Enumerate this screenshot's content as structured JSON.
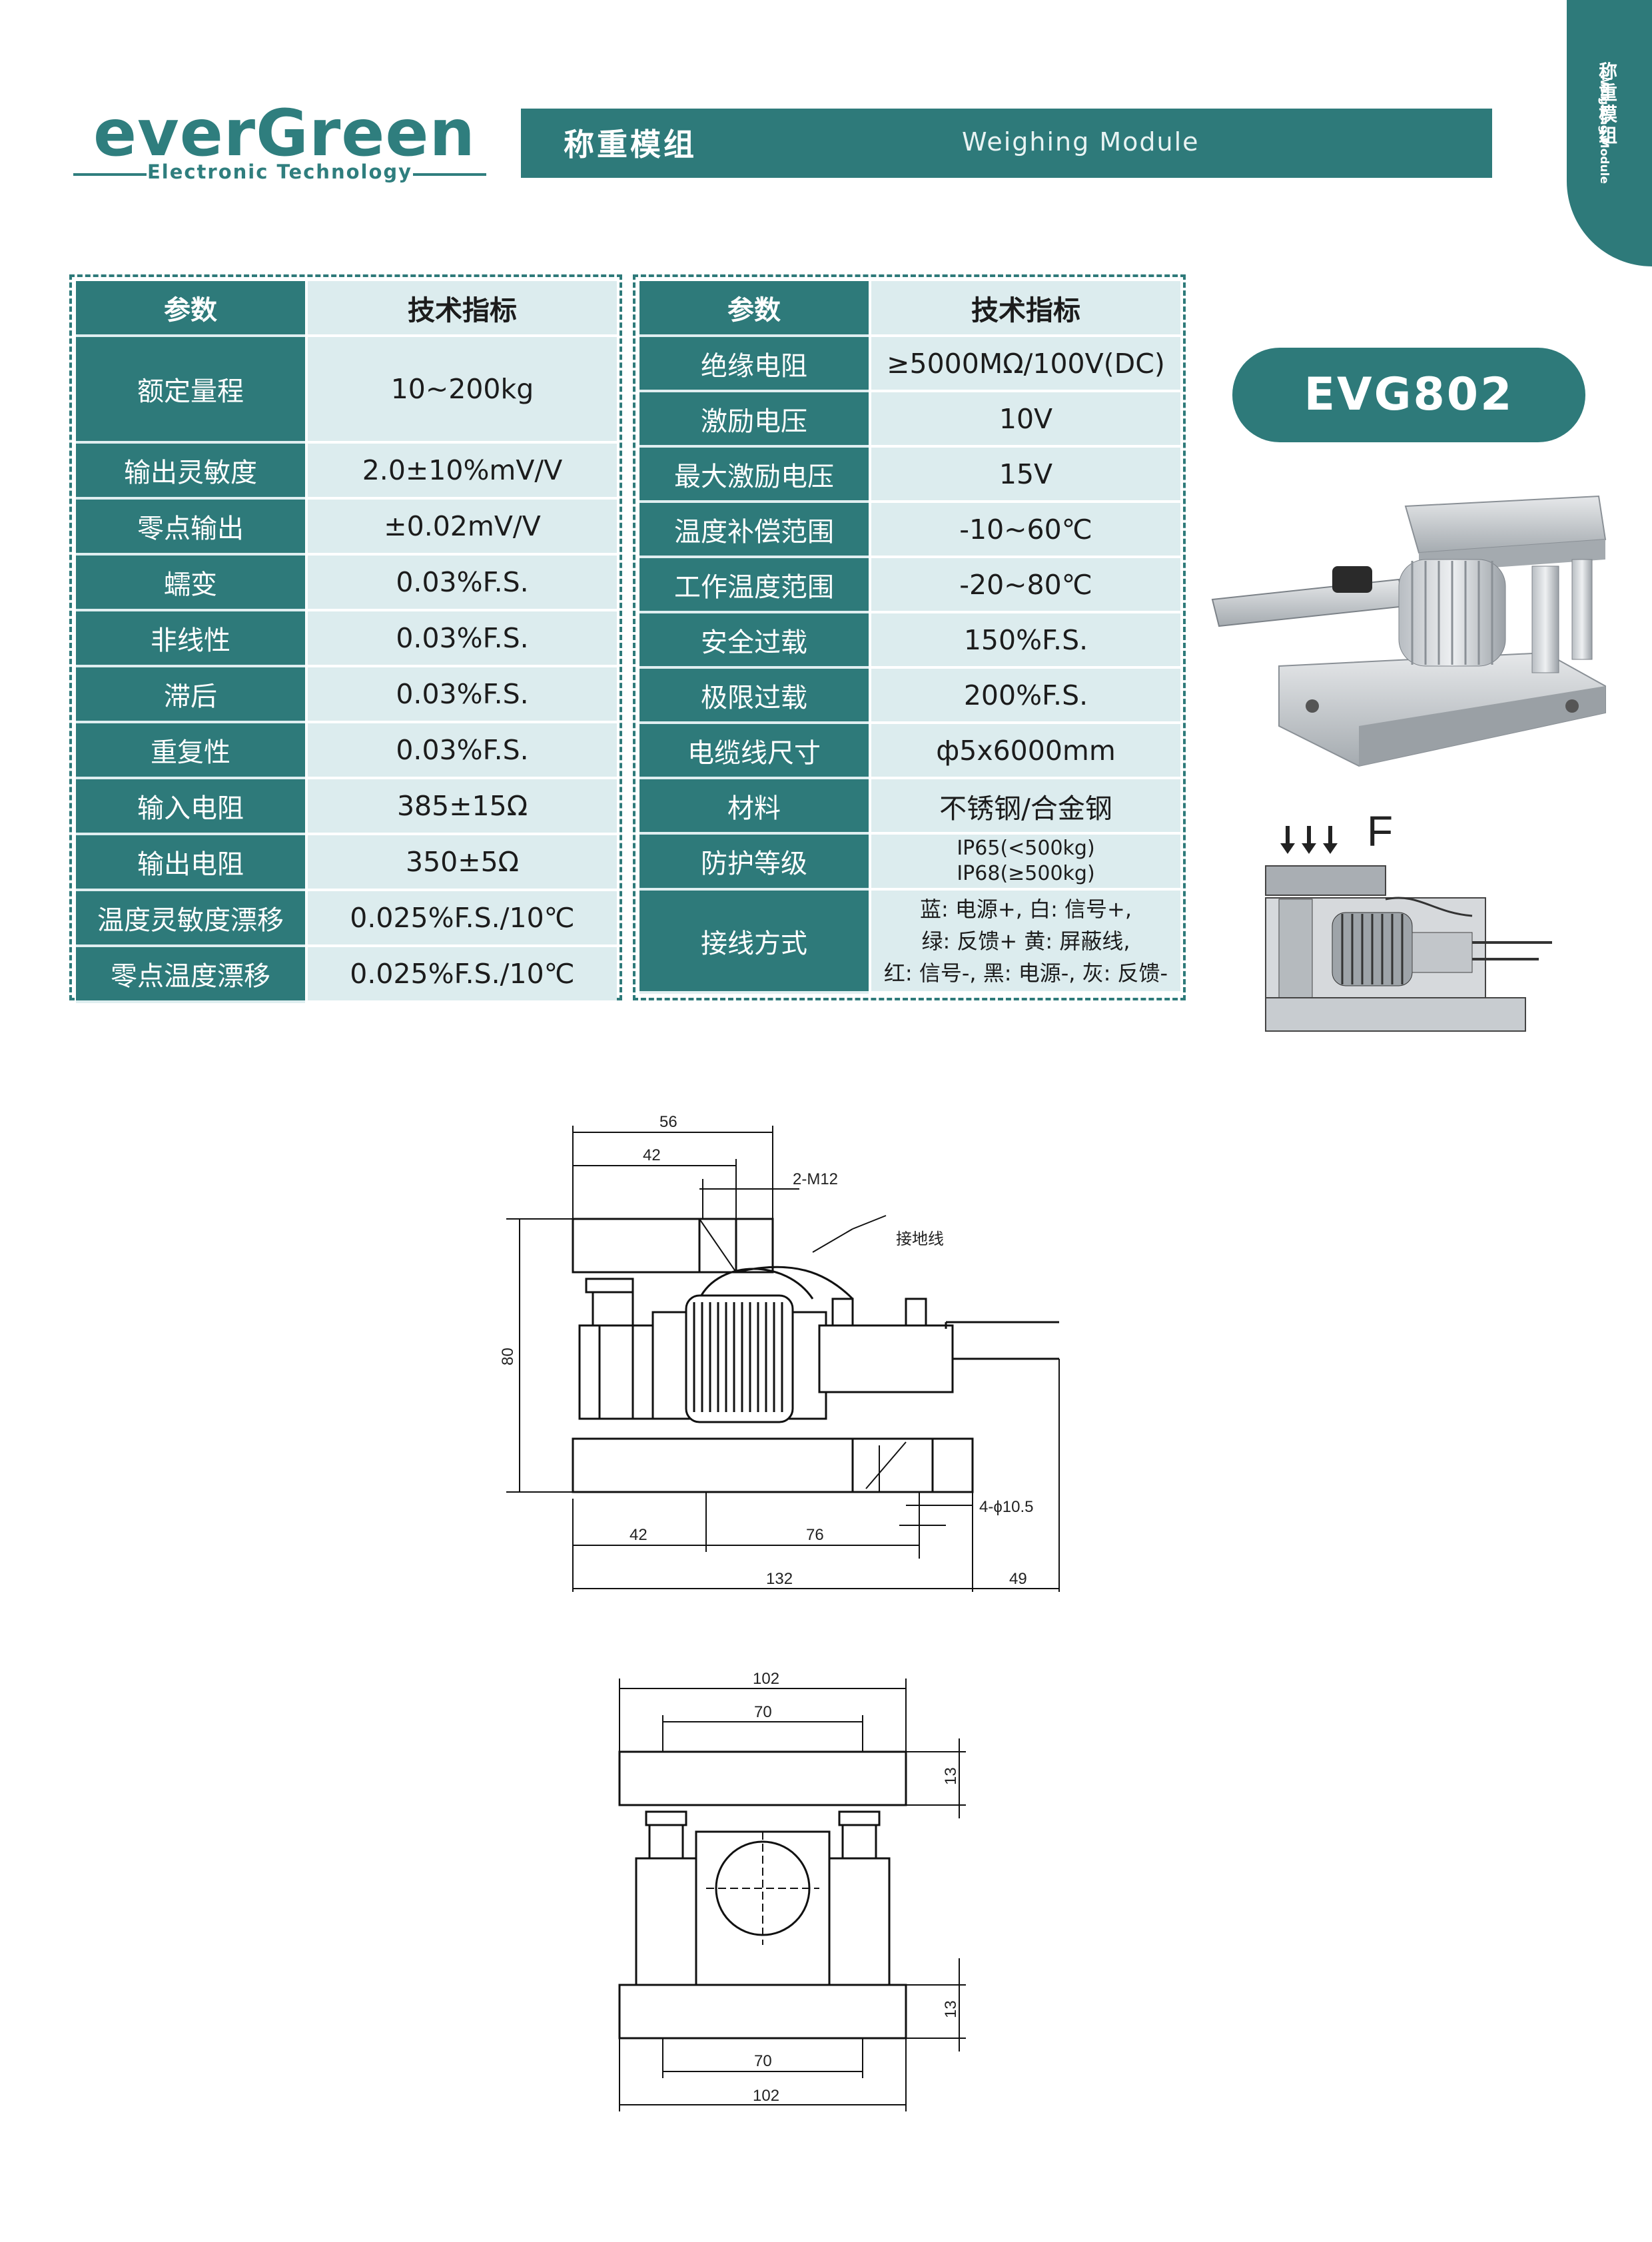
{
  "brand": {
    "name": "everGreen",
    "tagline": "Electronic Technology"
  },
  "header": {
    "title_zh": "称重模组",
    "title_en": "Weighing Module"
  },
  "side_tab": {
    "zh": "称重模组",
    "en": "Weighing Module"
  },
  "model": "EVG802",
  "colors": {
    "teal": "#2e7a7a",
    "cell_bg": "#dcecee"
  },
  "table_left": {
    "header": [
      "参数",
      "技术指标"
    ],
    "rows": [
      [
        "额定量程",
        "10~200kg"
      ],
      [
        "输出灵敏度",
        "2.0±10%mV/V"
      ],
      [
        "零点输出",
        "±0.02mV/V"
      ],
      [
        "蠕变",
        "0.03%F.S."
      ],
      [
        "非线性",
        "0.03%F.S."
      ],
      [
        "滞后",
        "0.03%F.S."
      ],
      [
        "重复性",
        "0.03%F.S."
      ],
      [
        "输入电阻",
        "385±15Ω"
      ],
      [
        "输出电阻",
        "350±5Ω"
      ],
      [
        "温度灵敏度漂移",
        "0.025%F.S./10℃"
      ],
      [
        "零点温度漂移",
        "0.025%F.S./10℃"
      ]
    ]
  },
  "table_right": {
    "header": [
      "参数",
      "技术指标"
    ],
    "rows": [
      [
        "绝缘电阻",
        "≥5000MΩ/100V(DC)"
      ],
      [
        "激励电压",
        "10V"
      ],
      [
        "最大激励电压",
        "15V"
      ],
      [
        "温度补偿范围",
        "-10~60℃"
      ],
      [
        "工作温度范围",
        "-20~80℃"
      ],
      [
        "安全过载",
        "150%F.S."
      ],
      [
        "极限过载",
        "200%F.S."
      ],
      [
        "电缆线尺寸",
        "ф5x6000mm"
      ],
      [
        "材料",
        "不锈钢/合金钢"
      ]
    ],
    "protection": {
      "label": "防护等级",
      "lines": [
        "IP65(<500kg)",
        "IP68(≥500kg)"
      ]
    },
    "wiring": {
      "label": "接线方式",
      "lines": [
        "蓝: 电源+, 白: 信号+,",
        "绿: 反馈+ 黄: 屏蔽线,",
        "红: 信号-, 黑: 电源-, 灰: 反馈-"
      ]
    }
  },
  "force_label": "F",
  "drawing_front": {
    "dims": {
      "top_56": "56",
      "top_42": "42",
      "thread": "2-M12",
      "ground": "接地线",
      "height": "80",
      "bot_42": "42",
      "bot_76": "76",
      "holes": "4-ϕ10.5",
      "bot_132": "132",
      "bot_49": "49"
    }
  },
  "drawing_side": {
    "dims": {
      "top_102": "102",
      "top_70": "70",
      "r13a": "13",
      "r13b": "13",
      "bot_70": "70",
      "bot_102": "102"
    }
  }
}
